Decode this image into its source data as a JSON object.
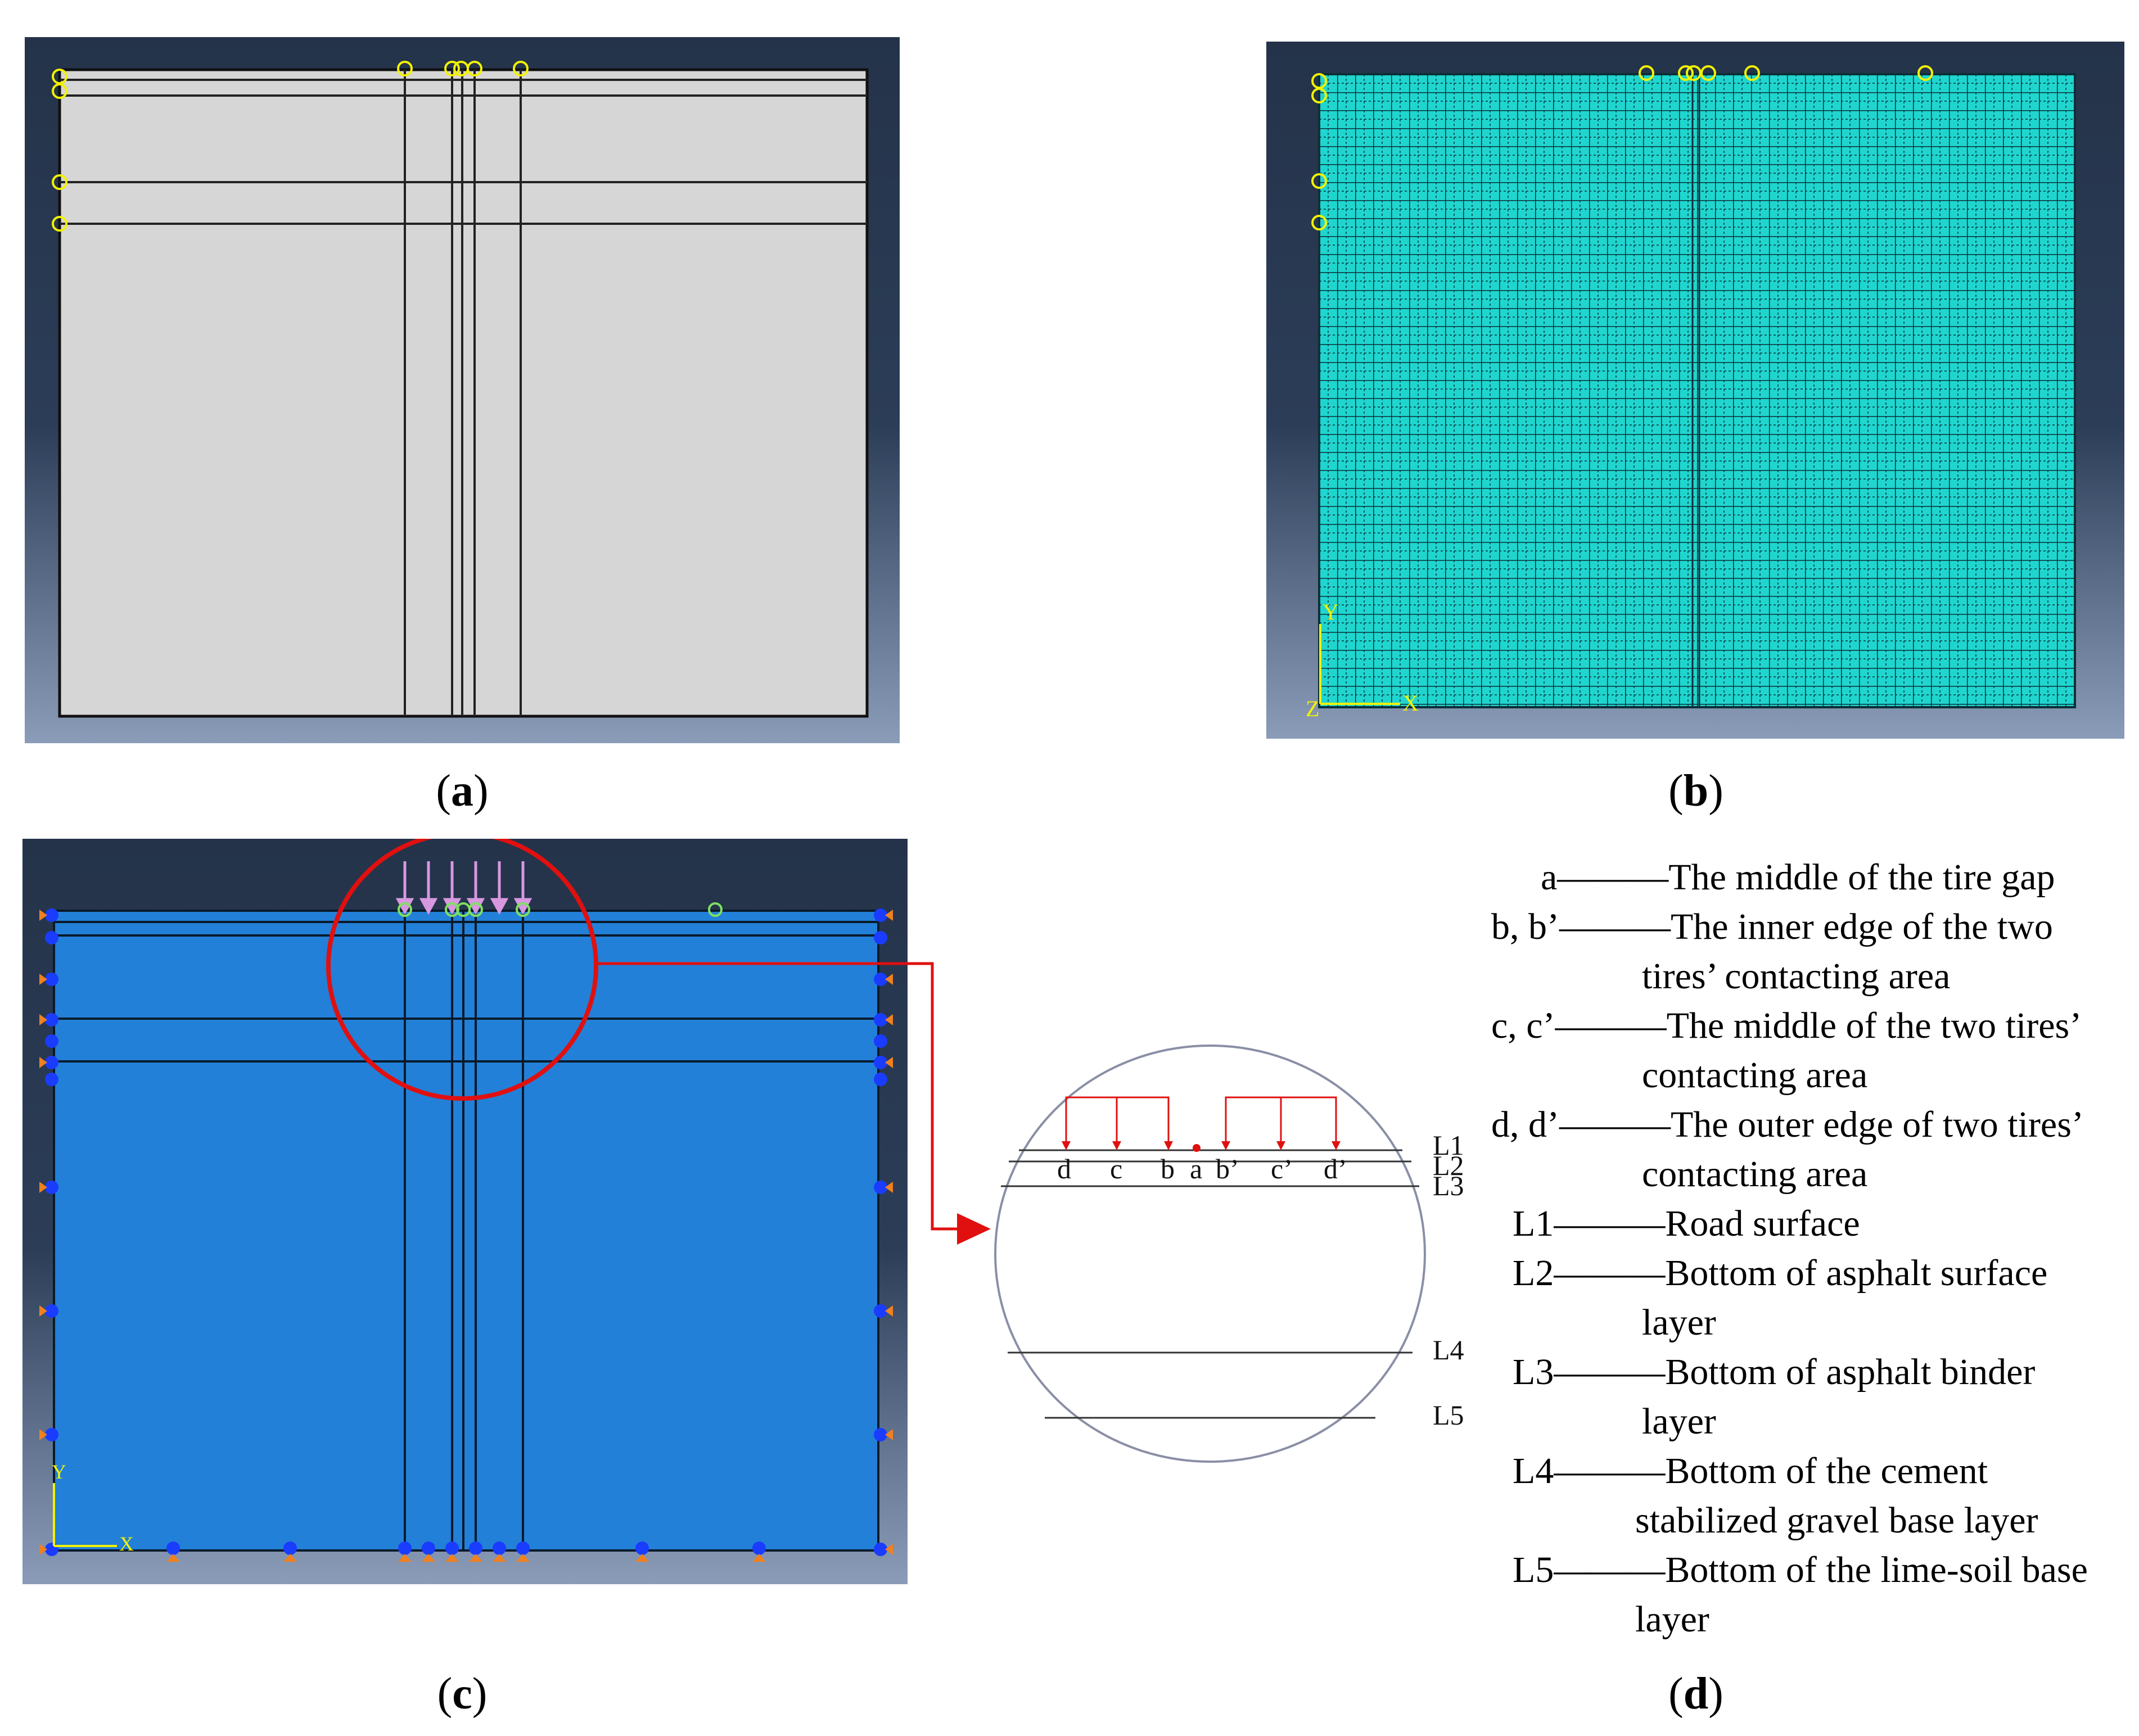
{
  "captions": {
    "a": {
      "open": "(",
      "letter": "a",
      "close": ")"
    },
    "b": {
      "open": "(",
      "letter": "b",
      "close": ")"
    },
    "c": {
      "open": "(",
      "letter": "c",
      "close": ")"
    },
    "d": {
      "open": "(",
      "letter": "d",
      "close": ")"
    }
  },
  "colors": {
    "panel_dark": "#243349",
    "panel_light": "#8a9cb8",
    "geometry_fill": "#d6d6d6",
    "mesh_fill": "#1fd6cf",
    "model_fill": "#2280d8",
    "marker_yellow": "#f2f200",
    "load_arrow": "#d898e0",
    "bc_blue": "#1a3cff",
    "bc_orange": "#f08020",
    "highlight_red": "#e01010"
  },
  "axes": {
    "y": "Y",
    "x": "X",
    "z": "Z"
  },
  "zoom": {
    "points": [
      "d",
      "c",
      "b",
      "a",
      "b’",
      "c’",
      "d’"
    ],
    "layers": [
      "L1",
      "L2",
      "L3",
      "L4",
      "L5"
    ]
  },
  "legend": [
    {
      "key": "a",
      "sep": "———",
      "text": "The middle of the tire gap"
    },
    {
      "key": "b, b’",
      "sep": "———",
      "text": "The inner edge of the two",
      "cont": "tires’ contacting area"
    },
    {
      "key": "c, c’",
      "sep": "———",
      "text": "The middle of the two tires’",
      "cont": "contacting area"
    },
    {
      "key": "d, d’",
      "sep": "———",
      "text": "The outer edge of  two tires’",
      "cont": "contacting area"
    },
    {
      "key": "L1",
      "sep": "———",
      "text": "Road surface"
    },
    {
      "key": "L2",
      "sep": "———",
      "text": "Bottom of asphalt surface",
      "cont": "layer"
    },
    {
      "key": "L3",
      "sep": "———",
      "text": "Bottom of asphalt binder",
      "cont": "layer"
    },
    {
      "key": "L4",
      "sep": "———",
      "text": "Bottom of the cement",
      "cont": "stabilized gravel base layer"
    },
    {
      "key": "L5",
      "sep": "———",
      "text": "Bottom of the lime-soil base",
      "cont": "layer"
    }
  ]
}
